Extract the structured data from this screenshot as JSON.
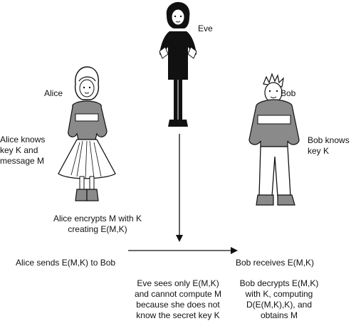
{
  "characters": {
    "eve": "Eve",
    "alice": "Alice",
    "bob": "Bob"
  },
  "texts": {
    "alice_knows": "Alice knows\nkey K and\nmessage M",
    "bob_knows": "Bob knows\nkey K",
    "alice_encrypts": "Alice encrypts M with K\ncreating E(M,K)",
    "alice_sends": "Alice sends E(M,K) to Bob",
    "bob_receives": "Bob receives E(M,K)",
    "eve_sees": "Eve sees only E(M,K)\nand cannot compute M\nbecause she does not\nknow the secret key K",
    "bob_decrypts": "Bob decrypts E(M,K)\nwith K, computing\nD(E(M,K),K), and\nobtains M"
  }
}
